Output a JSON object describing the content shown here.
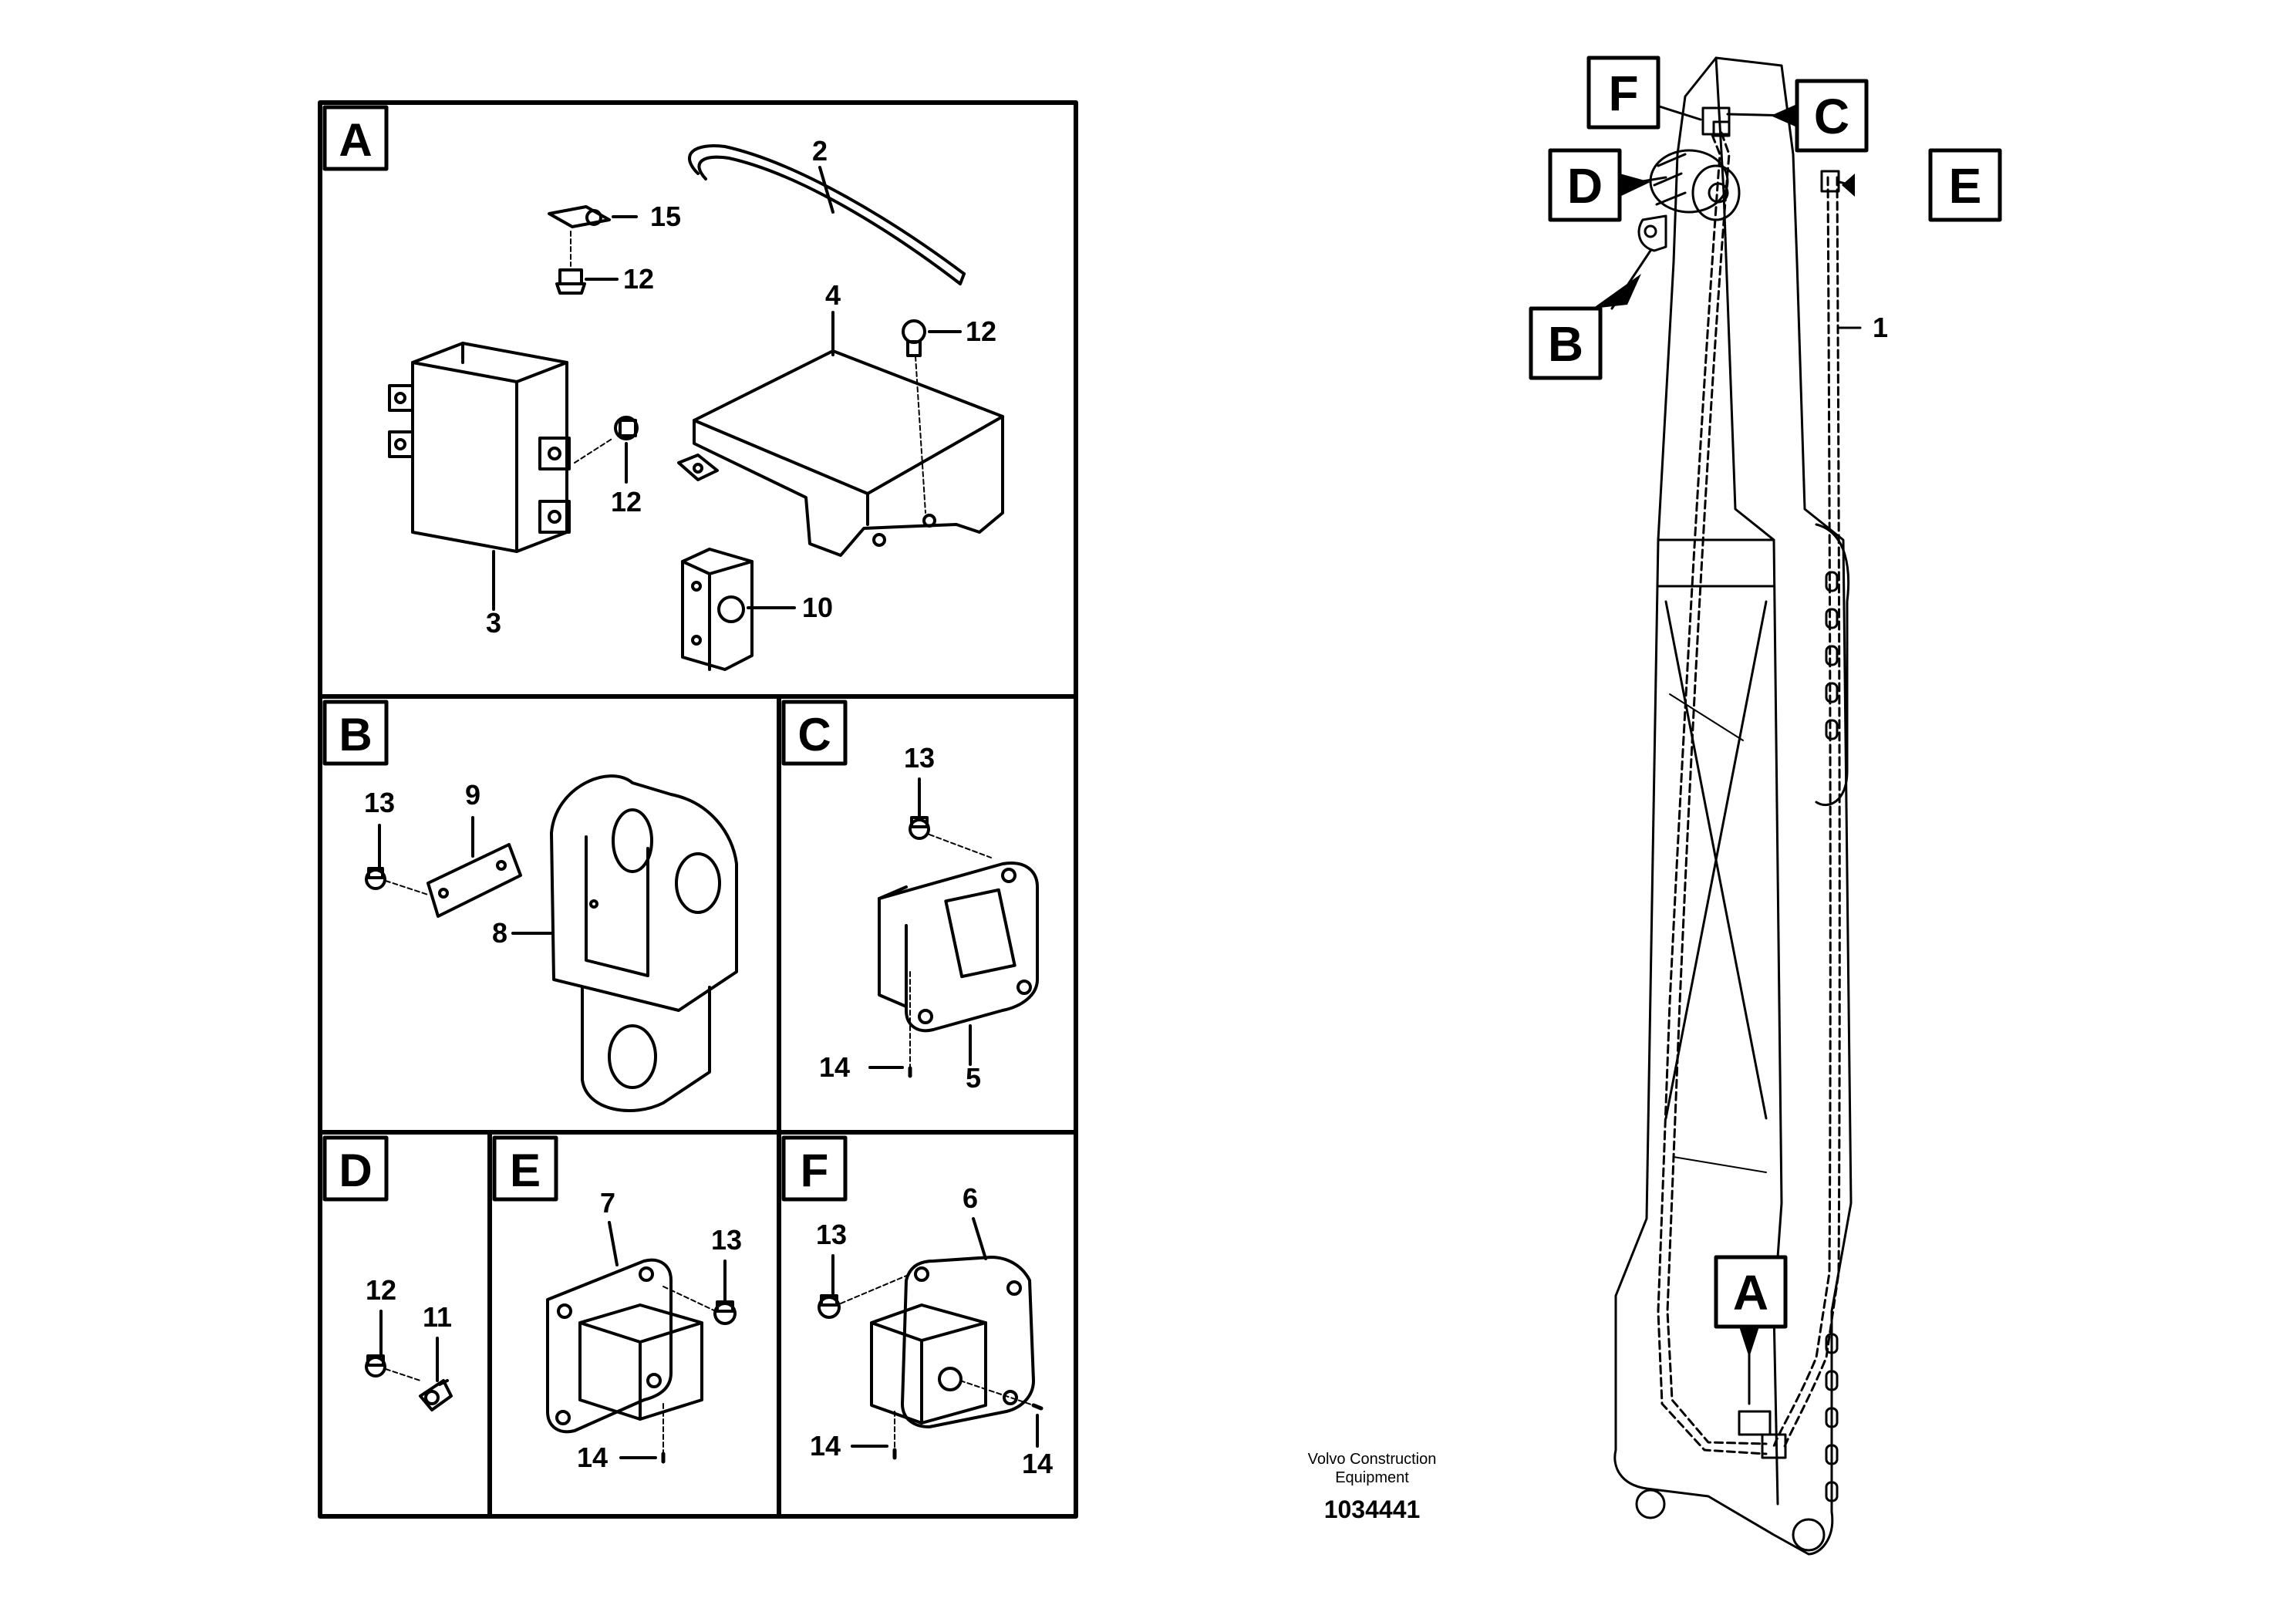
{
  "footer": {
    "brand_line1": "Volvo Construction",
    "brand_line2": "Equipment",
    "document_number": "1034441"
  },
  "panels": {
    "A": {
      "letter": "A",
      "labels": {
        "p2": "2",
        "p15": "15",
        "p12a": "12",
        "p4": "4",
        "p12b": "12",
        "p12c": "12",
        "p3": "3",
        "p10": "10"
      }
    },
    "B": {
      "letter": "B",
      "labels": {
        "p13": "13",
        "p9": "9",
        "p8": "8"
      }
    },
    "C": {
      "letter": "C",
      "labels": {
        "p13": "13",
        "p14": "14",
        "p5": "5"
      }
    },
    "D": {
      "letter": "D",
      "labels": {
        "p12": "12",
        "p11": "11"
      }
    },
    "E": {
      "letter": "E",
      "labels": {
        "p7": "7",
        "p13": "13",
        "p14": "14"
      }
    },
    "F": {
      "letter": "F",
      "labels": {
        "p13": "13",
        "p6": "6",
        "p14a": "14",
        "p14b": "14"
      }
    }
  },
  "overview": {
    "callouts": {
      "F": "F",
      "C": "C",
      "D": "D",
      "E": "E",
      "B": "B",
      "A": "A"
    },
    "harness_label": "1"
  }
}
